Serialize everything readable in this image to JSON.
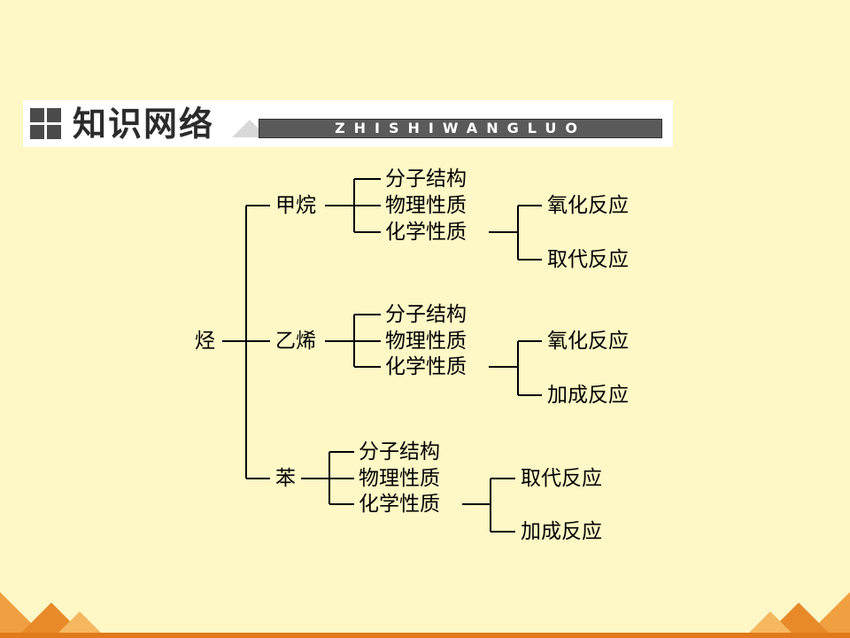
{
  "header": {
    "title": "知识网络",
    "subtitle": "ZHISHIWANGLUO"
  },
  "tree": {
    "root": "烃",
    "branches": [
      {
        "name": "甲烷",
        "items": [
          "分子结构",
          "物理性质",
          "化学性质"
        ],
        "reactions": [
          "氧化反应",
          "取代反应"
        ]
      },
      {
        "name": "乙烯",
        "items": [
          "分子结构",
          "物理性质",
          "化学性质"
        ],
        "reactions": [
          "氧化反应",
          "加成反应"
        ]
      },
      {
        "name": "苯",
        "items": [
          "分子结构",
          "物理性质",
          "化学性质"
        ],
        "reactions": [
          "取代反应",
          "加成反应"
        ]
      }
    ]
  },
  "colors": {
    "background": "#fdf8c6",
    "banner_bar": "#5a5a5a",
    "accent": "#e07a1a"
  }
}
